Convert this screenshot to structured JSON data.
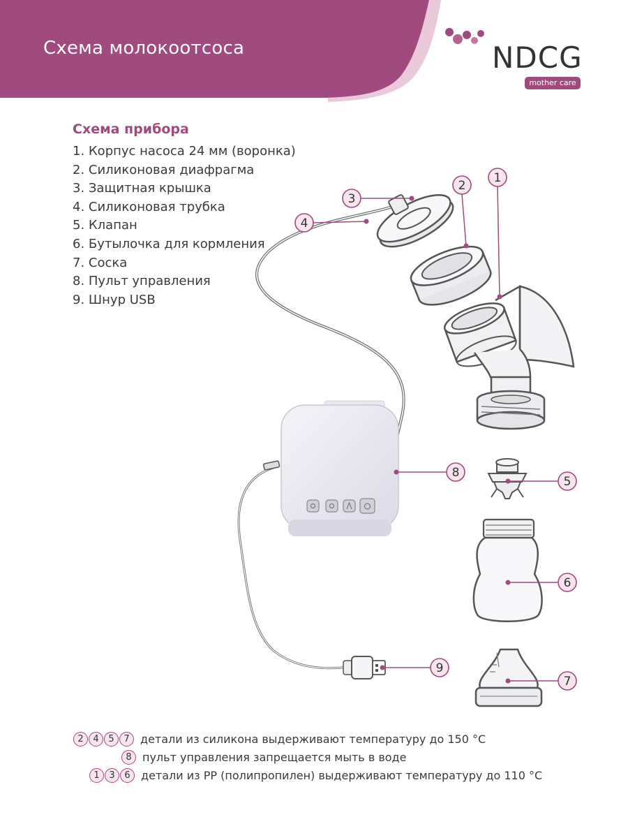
{
  "header": {
    "title": "Схема молокоотсоса",
    "logo_text": "NDCG",
    "logo_tagline": "mother care",
    "colors": {
      "brand": "#a04a7f",
      "callout_fill": "#f6e4ee"
    }
  },
  "parts": {
    "title": "Схема прибора",
    "items": [
      "1. Корпус насоса 24 мм (воронка)",
      "2. Силиконовая диафрагма",
      "3. Защитная крышка",
      "4. Силиконовая трубка",
      "5. Клапан",
      "6. Бутылочка для кормления",
      "7. Соска",
      "8. Пульт управления",
      "9. Шнур USB"
    ]
  },
  "callouts": [
    "1",
    "2",
    "3",
    "4",
    "5",
    "6",
    "7",
    "8",
    "9"
  ],
  "notes": [
    {
      "nums": [
        "2",
        "4",
        "5",
        "7"
      ],
      "text": "детали из силикона выдерживают температуру до 150 °С"
    },
    {
      "nums": [
        "8"
      ],
      "text": "пульт управления запрещается мыть в воде"
    },
    {
      "nums": [
        "1",
        "3",
        "6"
      ],
      "text": "детали из РР (полипропилен) выдерживают температуру до 110 °С"
    }
  ]
}
